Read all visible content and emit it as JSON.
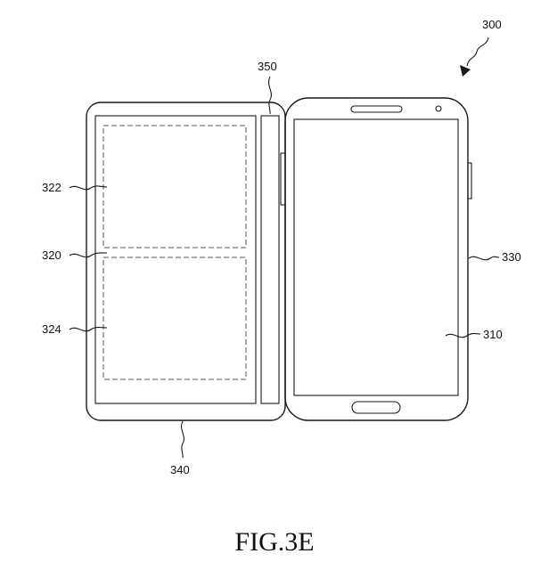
{
  "labels": {
    "device": "300",
    "main_display": "310",
    "sub_display": "320",
    "sub_display_upper": "322",
    "sub_display_lower": "324",
    "body": "330",
    "cover": "340",
    "edge_display": "350"
  },
  "caption": "FIG.3E"
}
